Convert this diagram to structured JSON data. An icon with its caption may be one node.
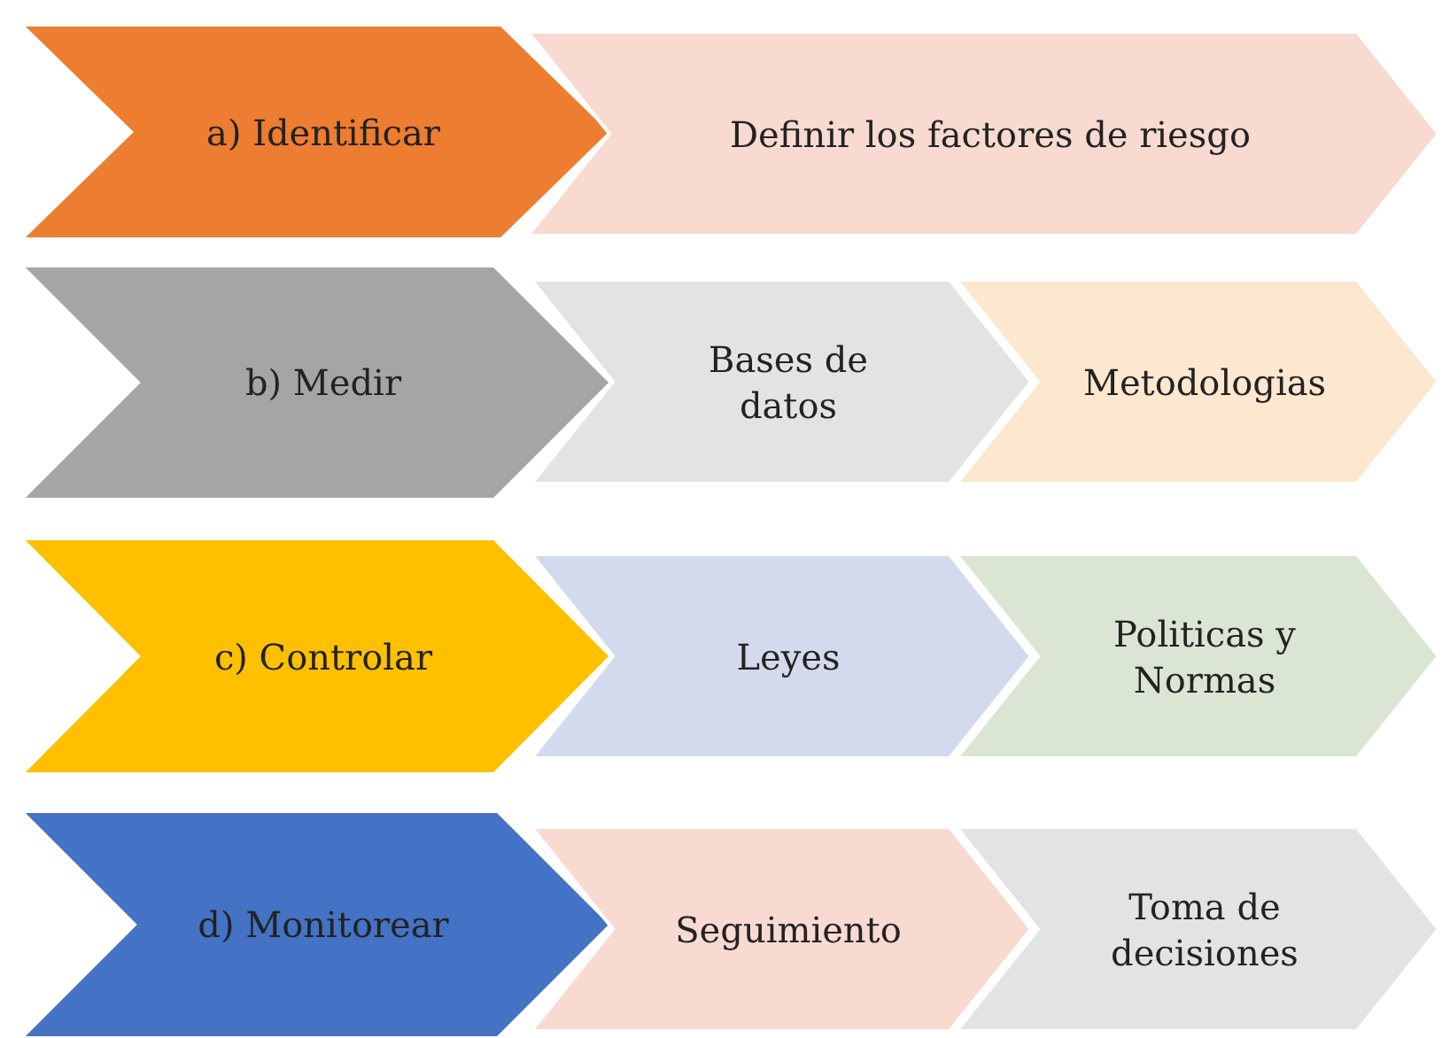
{
  "diagram": {
    "nodes": [
      {
        "text": [
          "a) Identificar"
        ]
      },
      {
        "text": [
          "Definir los factores de riesgo"
        ]
      },
      {
        "text": [
          "b) Medir"
        ]
      },
      {
        "text": [
          "Bases de datos"
        ]
      },
      {
        "text": [
          "Metodologias"
        ]
      },
      {
        "text": [
          "c) Controlar"
        ]
      },
      {
        "text": [
          "Leyes"
        ]
      },
      {
        "text": [
          "Politicas y Normas"
        ]
      },
      {
        "text": [
          "d) Monitorear"
        ]
      },
      {
        "text": [
          "Seguimiento"
        ]
      },
      {
        "text": [
          "Toma de decisiones"
        ]
      }
    ],
    "edges": []
  }
}
